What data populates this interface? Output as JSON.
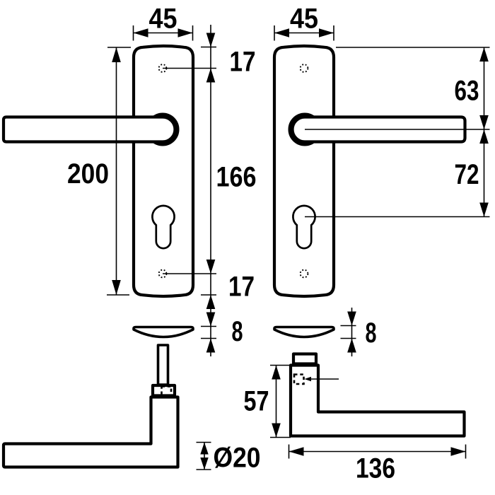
{
  "diagram": {
    "title": "Door handle set with backplates - dimensioned technical drawing",
    "units": "mm",
    "colors": {
      "ink": "#000000",
      "background": "#ffffff"
    },
    "labels": {
      "plate_width_left": "45",
      "plate_width_right": "45",
      "screw_top_offset": "17",
      "plate_height": "200",
      "screw_spacing": "166",
      "screw_bottom_offset": "17",
      "handle_axis_from_top": "63",
      "axis_to_cylinder": "72",
      "rose_thickness_left": "8",
      "rose_thickness_right": "8",
      "lever_height": "57",
      "grip_diameter": "Ø20",
      "lever_length": "136"
    }
  }
}
